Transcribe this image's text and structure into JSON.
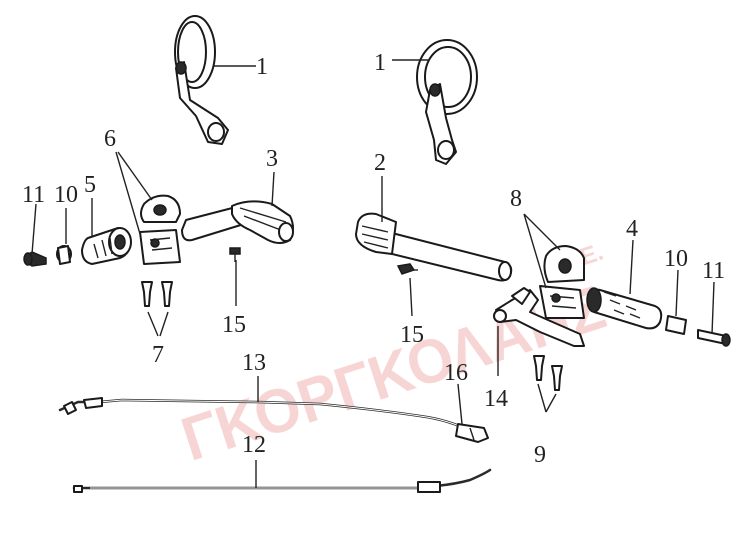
{
  "watermark": {
    "text": "ΓΚΟΡΓΚΟΛΑΗΣ",
    "suffix": "Α.Ε."
  },
  "callouts": [
    {
      "label": "1"
    },
    {
      "label": "1"
    },
    {
      "label": "2"
    },
    {
      "label": "3"
    },
    {
      "label": "4"
    },
    {
      "label": "5"
    },
    {
      "label": "6"
    },
    {
      "label": "7"
    },
    {
      "label": "8"
    },
    {
      "label": "9"
    },
    {
      "label": "10"
    },
    {
      "label": "10"
    },
    {
      "label": "11"
    },
    {
      "label": "11"
    },
    {
      "label": "12"
    },
    {
      "label": "13"
    },
    {
      "label": "14"
    },
    {
      "label": "15"
    },
    {
      "label": "15"
    },
    {
      "label": "16"
    }
  ]
}
